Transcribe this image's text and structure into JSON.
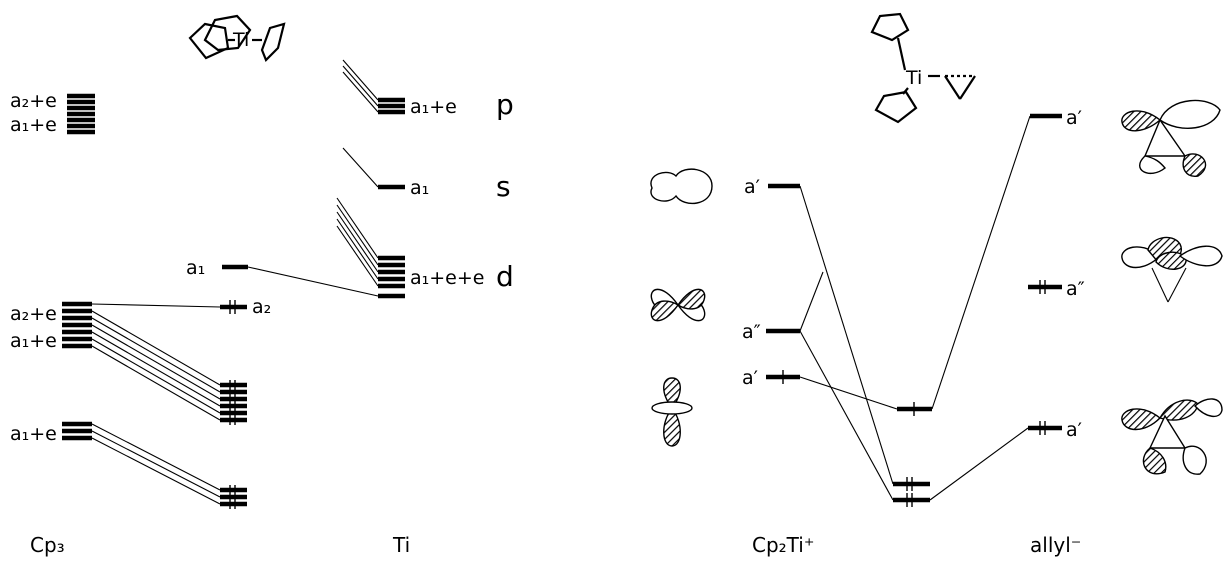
{
  "left_diagram": {
    "cp3_labels": {
      "top_a2e": "a₂+e",
      "top_a1e": "a₁+e",
      "mid_a2e": "a₂+e",
      "mid_a1e": "a₁+e",
      "low_a1e": "a₁+e"
    },
    "ti_labels": {
      "p_sym": "a₁+e",
      "s_sym": "a₁",
      "d_sym": "a₁+e+e",
      "p": "p",
      "s": "s",
      "d": "d"
    },
    "complex_labels": {
      "a1": "a₁",
      "a2": "a₂"
    },
    "molecule_label": "Ti",
    "footer": {
      "left": "Cp₃",
      "right": "Ti"
    }
  },
  "right_diagram": {
    "cp2ti_labels": {
      "a_prime_top": "a′",
      "a_dprime": "a″",
      "a_prime_low": "a′"
    },
    "allyl_labels": {
      "a_prime_top": "a′",
      "a_dprime": "a″",
      "a_prime_low": "a′"
    },
    "molecule_label": "Ti",
    "footer": {
      "left": "Cp₂Ti⁺",
      "right": "allyl⁻"
    }
  }
}
